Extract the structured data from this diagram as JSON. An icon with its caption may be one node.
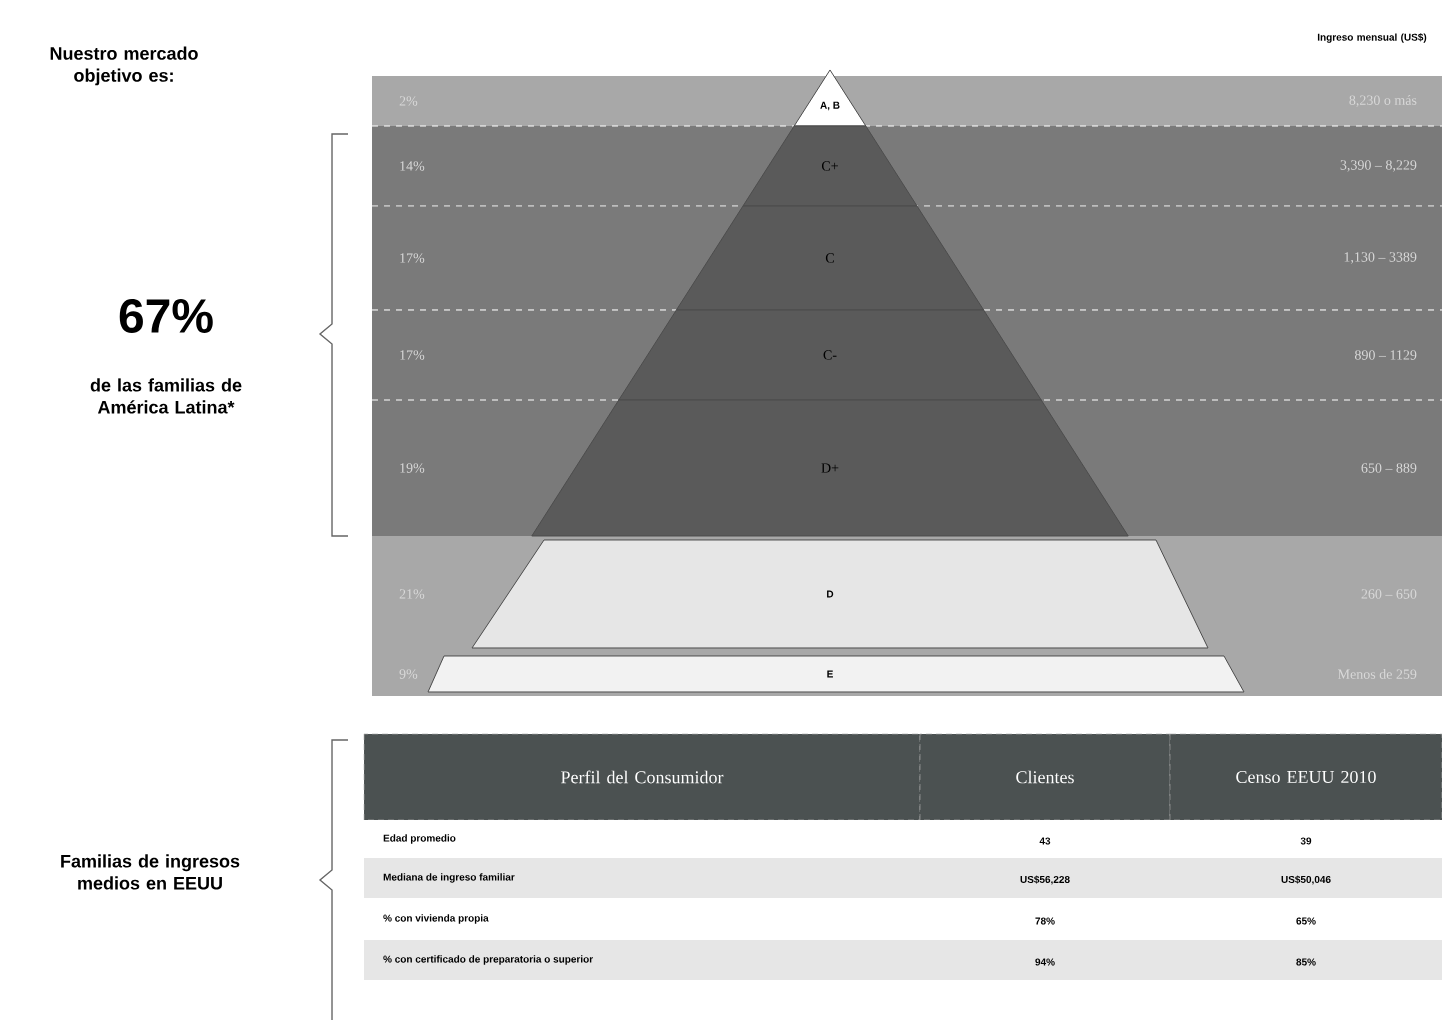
{
  "diagram": {
    "nodes": [
      {
        "text": [
          "2%",
          "8,230 o más"
        ]
      },
      {
        "text": [
          "14%",
          "3,390 – 8,229"
        ]
      },
      {
        "text": [
          "17%",
          "1,130 – 3389"
        ]
      },
      {
        "text": [
          "17%",
          "890 – 1129"
        ]
      },
      {
        "text": [
          "19%",
          "650 – 889"
        ]
      },
      {
        "text": [
          "21%",
          "260 – 650"
        ]
      },
      {
        "text": [
          "9%",
          "Menos de 259"
        ]
      },
      {
        "text": [
          "A, B"
        ]
      },
      {
        "text": [
          "C+"
        ],
        "in": 1
      },
      {
        "text": [
          "C"
        ],
        "in": 2
      },
      {
        "text": [
          "C-"
        ],
        "in": 3
      },
      {
        "text": [
          "D+"
        ],
        "in": 4
      },
      {
        "text": [
          "D"
        ],
        "in": 5
      },
      {
        "text": [
          "E"
        ],
        "in": 6
      }
    ],
    "labels": [
      "Nuestro mercado objetivo es:",
      "Ingreso mensual (US$)",
      "67%",
      "de las familias de América Latina*",
      "Familias de ingresos medios en EEUU",
      "Perfil del Consumidor",
      "Clientes",
      "Censo EEUU 2010",
      "Edad promedio",
      "43",
      "39",
      "Mediana de ingreso familiar",
      "US$56,228",
      "US$50,046",
      "% con vivienda propia",
      "78%",
      "65%",
      "% con certificado de preparatoria o superior",
      "94%",
      "85%"
    ]
  }
}
